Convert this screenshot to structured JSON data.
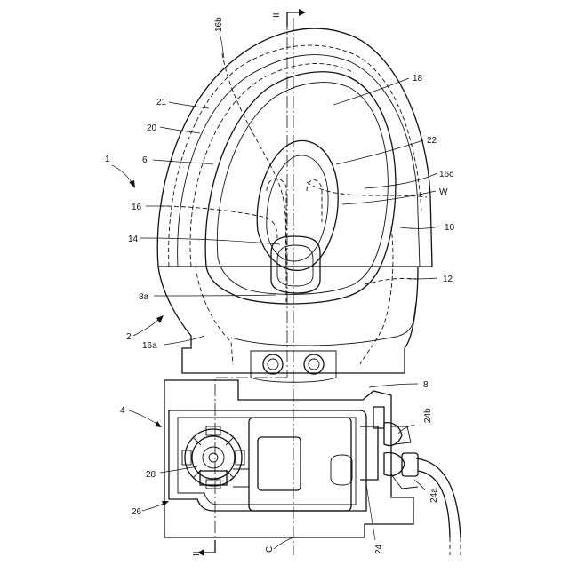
{
  "labels": {
    "n1": "1",
    "n2": "2",
    "n4": "4",
    "n6": "6",
    "n8": "8",
    "n8a": "8a",
    "n10": "10",
    "n12": "12",
    "n14": "14",
    "n16": "16",
    "n16a": "16a",
    "n16b": "16b",
    "n16c": "16c",
    "n18": "18",
    "n20": "20",
    "n21": "21",
    "n22": "22",
    "nW": "W",
    "n24": "24",
    "n24a": "24a",
    "n24b": "24b",
    "n26": "26",
    "n28": "28",
    "nC": "C",
    "secTop": "II",
    "secBottom": "II"
  }
}
